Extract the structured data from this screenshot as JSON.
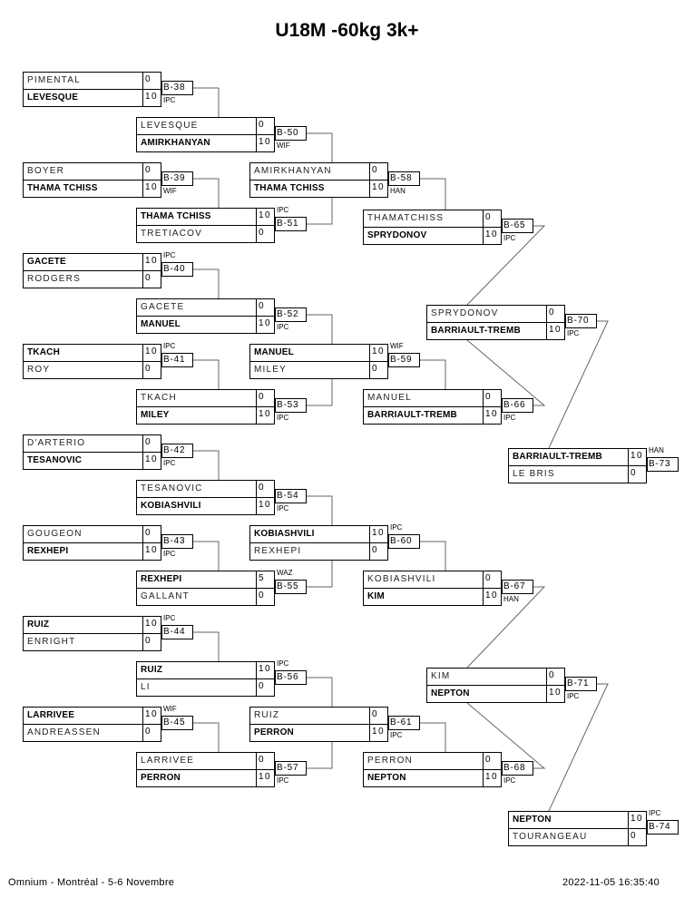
{
  "title": "U18M -60kg 3k+",
  "footer": {
    "event": "Omnium - Montréal - 5-6 Novembre",
    "timestamp": "2022-11-05 16:35:40"
  },
  "matches": [
    {
      "id": "B-38",
      "top": {
        "name": "PIMENTAL",
        "score": "0"
      },
      "bottom": {
        "name": "LEVESQUE",
        "score": "10"
      },
      "winner": "bottom",
      "result": "IPC"
    },
    {
      "id": "B-39",
      "top": {
        "name": "BOYER",
        "score": "0"
      },
      "bottom": {
        "name": "THAMA TCHISS",
        "score": "10"
      },
      "winner": "bottom",
      "result": "WIF"
    },
    {
      "id": "B-40",
      "top": {
        "name": "GACETE",
        "score": "10"
      },
      "bottom": {
        "name": "RODGERS",
        "score": "0"
      },
      "winner": "top",
      "result": "IPC"
    },
    {
      "id": "B-41",
      "top": {
        "name": "TKACH",
        "score": "10"
      },
      "bottom": {
        "name": "ROY",
        "score": "0"
      },
      "winner": "top",
      "result": "IPC"
    },
    {
      "id": "B-42",
      "top": {
        "name": "D'ARTERIO",
        "score": "0"
      },
      "bottom": {
        "name": "TESANOVIC",
        "score": "10"
      },
      "winner": "bottom",
      "result": "IPC"
    },
    {
      "id": "B-43",
      "top": {
        "name": "GOUGEON",
        "score": "0"
      },
      "bottom": {
        "name": "REXHEPI",
        "score": "10"
      },
      "winner": "bottom",
      "result": "IPC"
    },
    {
      "id": "B-44",
      "top": {
        "name": "RUIZ",
        "score": "10"
      },
      "bottom": {
        "name": "ENRIGHT",
        "score": "0"
      },
      "winner": "top",
      "result": "IPC"
    },
    {
      "id": "B-45",
      "top": {
        "name": "LARRIVEE",
        "score": "10"
      },
      "bottom": {
        "name": "ANDREASSEN",
        "score": "0"
      },
      "winner": "top",
      "result": "WIF"
    },
    {
      "id": "B-50",
      "top": {
        "name": "LEVESQUE",
        "score": "0"
      },
      "bottom": {
        "name": "AMIRKHANYAN",
        "score": "10"
      },
      "winner": "bottom",
      "result": "WIF"
    },
    {
      "id": "B-51",
      "top": {
        "name": "THAMA TCHISS",
        "score": "10"
      },
      "bottom": {
        "name": "TRETIACOV",
        "score": "0"
      },
      "winner": "top",
      "result": "IPC"
    },
    {
      "id": "B-52",
      "top": {
        "name": "GACETE",
        "score": "0"
      },
      "bottom": {
        "name": "MANUEL",
        "score": "10"
      },
      "winner": "bottom",
      "result": "IPC"
    },
    {
      "id": "B-53",
      "top": {
        "name": "TKACH",
        "score": "0"
      },
      "bottom": {
        "name": "MILEY",
        "score": "10"
      },
      "winner": "bottom",
      "result": "IPC"
    },
    {
      "id": "B-54",
      "top": {
        "name": "TESANOVIC",
        "score": "0"
      },
      "bottom": {
        "name": "KOBIASHVILI",
        "score": "10"
      },
      "winner": "bottom",
      "result": "IPC"
    },
    {
      "id": "B-55",
      "top": {
        "name": "REXHEPI",
        "score": "5"
      },
      "bottom": {
        "name": "GALLANT",
        "score": "0"
      },
      "winner": "top",
      "result": "WAZ"
    },
    {
      "id": "B-56",
      "top": {
        "name": "RUIZ",
        "score": "10"
      },
      "bottom": {
        "name": "LI",
        "score": "0"
      },
      "winner": "top",
      "result": "IPC"
    },
    {
      "id": "B-57",
      "top": {
        "name": "LARRIVEE",
        "score": "0"
      },
      "bottom": {
        "name": "PERRON",
        "score": "10"
      },
      "winner": "bottom",
      "result": "IPC"
    },
    {
      "id": "B-58",
      "top": {
        "name": "AMIRKHANYAN",
        "score": "0"
      },
      "bottom": {
        "name": "THAMA TCHISS",
        "score": "10"
      },
      "winner": "bottom",
      "result": "HAN"
    },
    {
      "id": "B-59",
      "top": {
        "name": "MANUEL",
        "score": "10"
      },
      "bottom": {
        "name": "MILEY",
        "score": "0"
      },
      "winner": "top",
      "result": "WIF"
    },
    {
      "id": "B-60",
      "top": {
        "name": "KOBIASHVILI",
        "score": "10"
      },
      "bottom": {
        "name": "REXHEPI",
        "score": "0"
      },
      "winner": "top",
      "result": "IPC"
    },
    {
      "id": "B-61",
      "top": {
        "name": "RUIZ",
        "score": "0"
      },
      "bottom": {
        "name": "PERRON",
        "score": "10"
      },
      "winner": "bottom",
      "result": "IPC"
    },
    {
      "id": "B-65",
      "top": {
        "name": "THAMATCHISS",
        "score": "0"
      },
      "bottom": {
        "name": "SPRYDONOV",
        "score": "10"
      },
      "winner": "bottom",
      "result": "IPC"
    },
    {
      "id": "B-66",
      "top": {
        "name": "MANUEL",
        "score": "0"
      },
      "bottom": {
        "name": "BARRIAULT-TREMB",
        "score": "10"
      },
      "winner": "bottom",
      "result": "IPC"
    },
    {
      "id": "B-67",
      "top": {
        "name": "KOBIASHVILI",
        "score": "0"
      },
      "bottom": {
        "name": "KIM",
        "score": "10"
      },
      "winner": "bottom",
      "result": "HAN"
    },
    {
      "id": "B-68",
      "top": {
        "name": "PERRON",
        "score": "0"
      },
      "bottom": {
        "name": "NEPTON",
        "score": "10"
      },
      "winner": "bottom",
      "result": "IPC"
    },
    {
      "id": "B-70",
      "top": {
        "name": "SPRYDONOV",
        "score": "0"
      },
      "bottom": {
        "name": "BARRIAULT-TREMB",
        "score": "10"
      },
      "winner": "bottom",
      "result": "IPC"
    },
    {
      "id": "B-71",
      "top": {
        "name": "KIM",
        "score": "0"
      },
      "bottom": {
        "name": "NEPTON",
        "score": "10"
      },
      "winner": "bottom",
      "result": "IPC"
    },
    {
      "id": "B-73",
      "top": {
        "name": "BARRIAULT-TREMB",
        "score": "10"
      },
      "bottom": {
        "name": "LE BRIS",
        "score": "0"
      },
      "winner": "top",
      "result": "HAN"
    },
    {
      "id": "B-74",
      "top": {
        "name": "NEPTON",
        "score": "10"
      },
      "bottom": {
        "name": "TOURANGEAU",
        "score": "0"
      },
      "winner": "top",
      "result": "IPC"
    }
  ]
}
